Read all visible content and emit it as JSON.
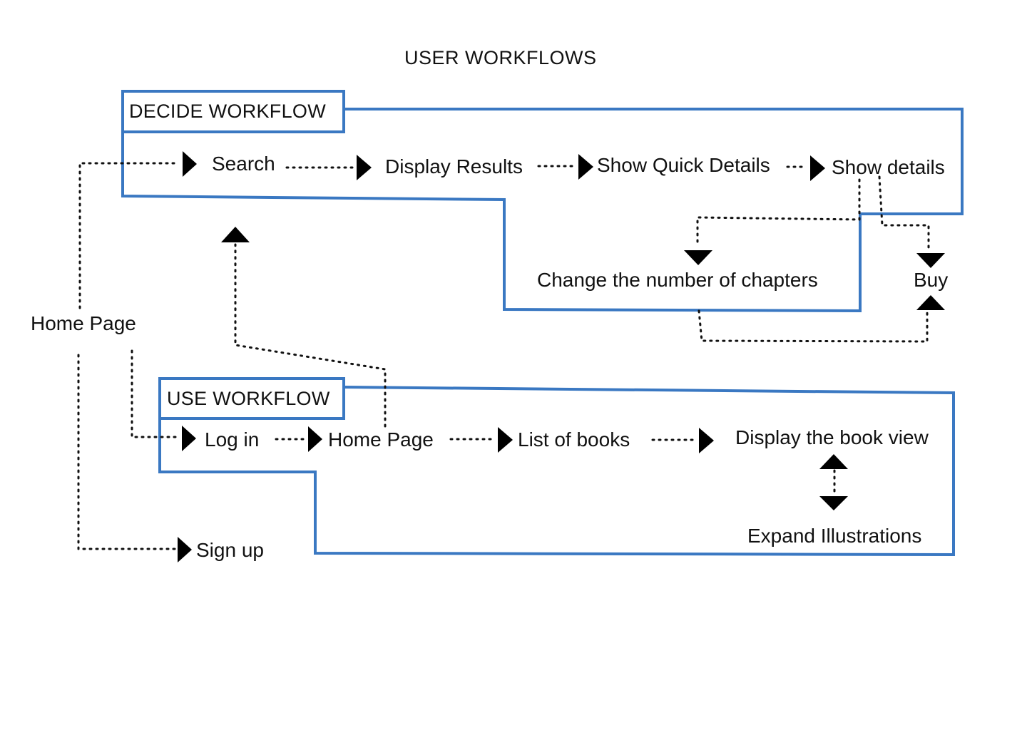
{
  "title": "USER WORKFLOWS",
  "decide_workflow": {
    "label": "DECIDE WORKFLOW",
    "steps": {
      "search": "Search",
      "display_results": "Display Results",
      "show_quick_details": "Show Quick Details",
      "show_details": "Show details",
      "change_chapters": "Change the number of chapters",
      "buy": "Buy"
    }
  },
  "home_page": "Home Page",
  "use_workflow": {
    "label": "USE WORKFLOW",
    "steps": {
      "log_in": "Log in",
      "home_page": "Home Page",
      "list_of_books": "List of books",
      "display_book_view": "Display the book view",
      "expand_illustrations": "Expand Illustrations"
    }
  },
  "sign_up": "Sign up",
  "colors": {
    "boundary": "#3a78c2",
    "connector": "#111111"
  }
}
